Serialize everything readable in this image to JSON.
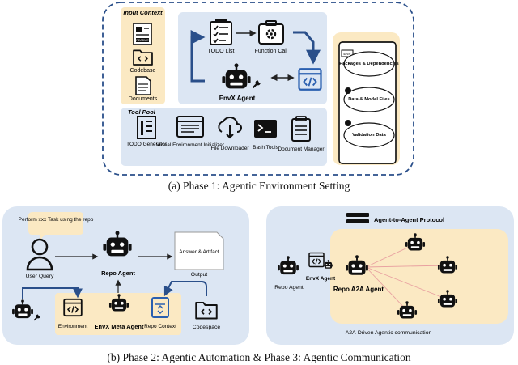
{
  "phase1": {
    "caption": "(a) Phase 1: Agentic Environment Setting",
    "input_context": {
      "title": "Input Context",
      "readme_tag": "README",
      "items": [
        "Codebase",
        "Documents"
      ]
    },
    "agent": {
      "todo_list": "TODO List",
      "function_call": "Function Call",
      "name": "EnvX Agent"
    },
    "tool_pool": {
      "title": "Tool Pool",
      "tools": [
        "TODO Generator",
        "Virtual Environment Initializer",
        "File Downloader",
        "Bash Tools",
        "Document Manager"
      ]
    },
    "outputs": {
      "tag": "ENV",
      "items": [
        "Packages & Dependencies",
        "Data & Model Files",
        "Validation Data"
      ]
    }
  },
  "phase2": {
    "speech": "Perform xxx Task using the repo",
    "user_query": "User Query",
    "repo_agent": "Repo Agent",
    "answer": "Answer & Artifact",
    "output": "Output",
    "environment": "Environment",
    "meta_agent": "EnvX Meta Agent",
    "repo_context": "Repo Context",
    "codespace": "Codespace"
  },
  "phase3": {
    "protocol": "Agent-to-Agent Protocol",
    "repo_agent": "Repo Agent",
    "envx_agent": "EnvX Agent",
    "a2a_agent": "Repo A2A Agent",
    "footer": "A2A-Driven Agentic communication"
  },
  "caption_bottom": "(b) Phase 2: Agentic Automation & Phase 3: Agentic Communication"
}
